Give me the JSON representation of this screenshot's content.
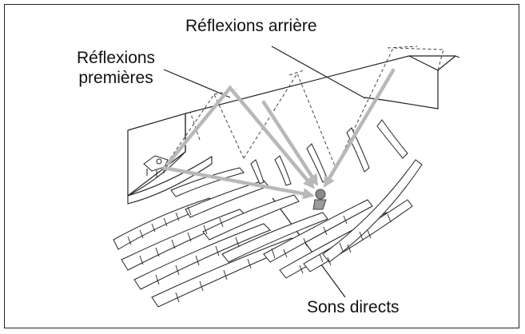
{
  "labels": {
    "rear_reflections": "Réflexions arrière",
    "early_reflections_line1": "Réflexions",
    "early_reflections_line2": "premières",
    "direct_sound": "Sons directs"
  },
  "colors": {
    "outline": "#222222",
    "arrow": "#b8b8b8",
    "listener": "#8a8a8a",
    "background": "#ffffff"
  }
}
